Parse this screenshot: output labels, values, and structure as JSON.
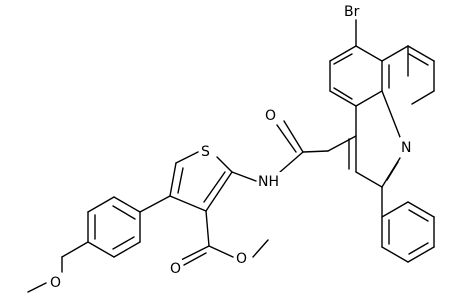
{
  "atoms": {
    "br": "Br",
    "n_quinoline": "N",
    "o_amide": "O",
    "nh": "NH",
    "s": "S",
    "o_ester_carbonyl": "O",
    "o_ester_ether": "O",
    "o_methoxy": "O"
  }
}
